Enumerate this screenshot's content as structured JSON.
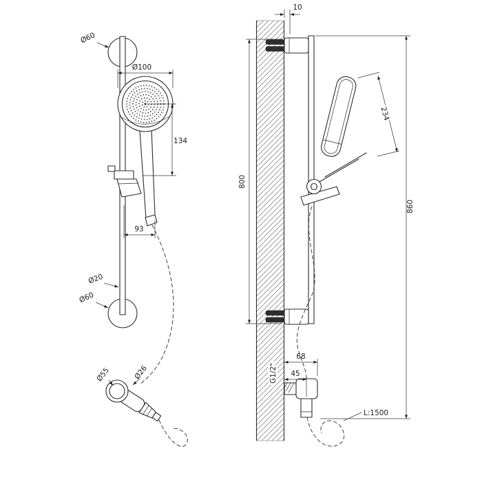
{
  "drawing": {
    "description": "Technical installation drawing of a shower slide rail set with hand shower, wall brackets and water supply elbow; front view (left) and wall section side view (right).",
    "labels": {
      "top_bracket_dia": "Ø60",
      "head_dia": "Ø100",
      "head_offset": "134",
      "holder_offset": "93",
      "rail_dia": "Ø20",
      "bottom_bracket_dia": "Ø60",
      "supply_flange_dia": "Ø55",
      "supply_outlet_dia": "Ø26",
      "wall_gap": "10",
      "rail_length": "800",
      "overall_height": "860",
      "handshower_length": "234",
      "outlet_depth": "68",
      "outlet_center_depth": "45",
      "thread_size": "G1/2\"",
      "hose_length": "L:1500"
    }
  }
}
